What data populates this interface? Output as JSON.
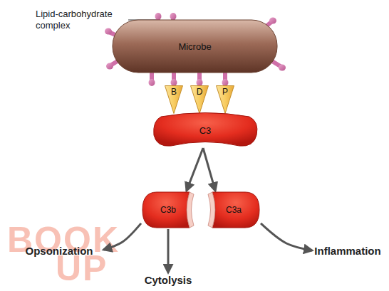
{
  "diagram": {
    "nodes": [
      {
        "text": [
          "Microbe"
        ]
      },
      {
        "text": [
          "B"
        ]
      },
      {
        "text": [
          "D"
        ]
      },
      {
        "text": [
          "P"
        ]
      },
      {
        "text": [
          "C3"
        ]
      },
      {
        "text": [
          "C3b"
        ]
      },
      {
        "text": [
          "C3a"
        ]
      },
      {
        "text": [
          "Opsonization"
        ]
      },
      {
        "text": [
          "Cytolysis"
        ]
      },
      {
        "text": [
          "Inflammation"
        ]
      }
    ],
    "edges": [
      {
        "from": 4,
        "to": 5,
        "arrow": "to"
      },
      {
        "from": 4,
        "to": 6,
        "arrow": "to"
      },
      {
        "from": 5,
        "to": 7,
        "arrow": "to"
      },
      {
        "from": 5,
        "to": 8,
        "arrow": "to"
      },
      {
        "from": 6,
        "to": 9,
        "arrow": "to"
      }
    ],
    "labels": [
      "Lipid-carbohydrate complex",
      "BOOK",
      "UP"
    ]
  }
}
